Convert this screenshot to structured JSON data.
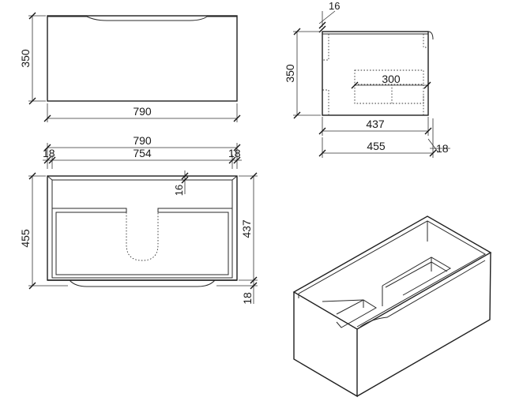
{
  "front_view": {
    "height_label": "350",
    "width_label": "790"
  },
  "side_view": {
    "top_label": "16",
    "height_label": "350",
    "inner_label": "300",
    "depth_inner_label": "437",
    "depth_label": "455",
    "panel_label": "18"
  },
  "top_view": {
    "overall_width_label": "790",
    "inner_width_label": "754",
    "left_panel_label": "18",
    "right_panel_label": "18",
    "back_panel_label": "16",
    "depth_label": "455",
    "inner_depth_label": "437",
    "front_panel_label": "18"
  }
}
